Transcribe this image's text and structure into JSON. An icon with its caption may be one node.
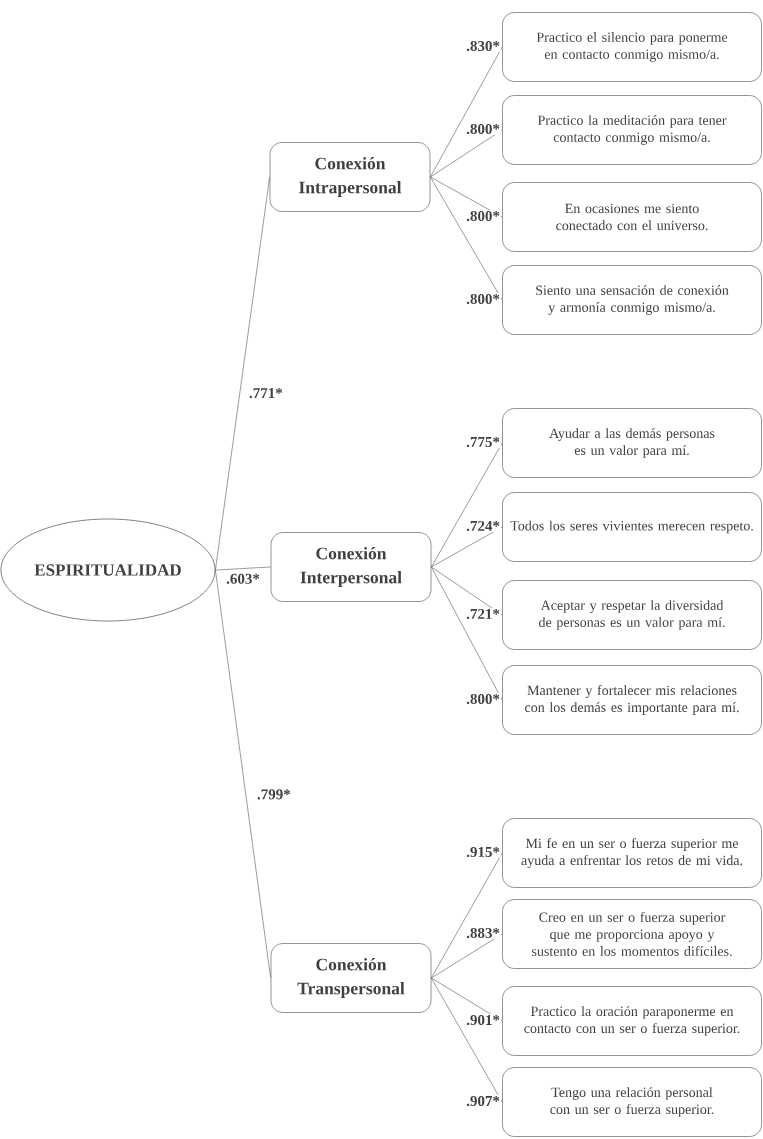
{
  "diagram": {
    "nodes": [
      {
        "text": [
          "ESPIRITUALIDAD"
        ]
      },
      {
        "text": [
          "Conexión Intrapersonal"
        ]
      },
      {
        "text": [
          "Practico el silencio para ponerme en contacto conmigo mismo/a."
        ]
      },
      {
        "text": [
          "Practico la meditación para tener contacto conmigo mismo/a."
        ]
      },
      {
        "text": [
          "En ocasiones me siento conectado con el universo."
        ]
      },
      {
        "text": [
          "Siento una sensación de conexión y armonía conmigo mismo/a."
        ]
      },
      {
        "text": [
          "Conexión Interpersonal"
        ]
      },
      {
        "text": [
          "Ayudar a las demás personas es un valor para mí."
        ]
      },
      {
        "text": [
          "Todos los seres vivientes merecen respeto."
        ]
      },
      {
        "text": [
          "Aceptar y respetar la diversidad de personas es un valor para mí."
        ]
      },
      {
        "text": [
          "Mantener y fortalecer mis relaciones con los demás es importante para mí."
        ]
      },
      {
        "text": [
          "Conexión Transpersonal"
        ]
      },
      {
        "text": [
          "Mi fe en un ser o fuerza superior me ayuda a enfrentar los retos de mi vida."
        ]
      },
      {
        "text": [
          "Creo en un ser o fuerza superior que me proporciona apoyo y sustento en los momentos difíciles."
        ]
      },
      {
        "text": [
          "Practico la oración paraponerme en contacto con un ser o fuerza superior."
        ]
      },
      {
        "text": [
          "Tengo una relación personal con un ser o fuerza superior."
        ]
      }
    ],
    "edges": [
      {
        "from": 0,
        "to": 1,
        "arrow": "none",
        "label": ".771*"
      },
      {
        "from": 0,
        "to": 6,
        "arrow": "none",
        "label": ".603*"
      },
      {
        "from": 0,
        "to": 11,
        "arrow": "none",
        "label": ".799*"
      },
      {
        "from": 1,
        "to": 2,
        "arrow": "none",
        "label": ".830*"
      },
      {
        "from": 1,
        "to": 3,
        "arrow": "none",
        "label": ".800*"
      },
      {
        "from": 1,
        "to": 4,
        "arrow": "none",
        "label": ".800*"
      },
      {
        "from": 1,
        "to": 5,
        "arrow": "none",
        "label": ".800*"
      },
      {
        "from": 6,
        "to": 7,
        "arrow": "none",
        "label": ".775*"
      },
      {
        "from": 6,
        "to": 8,
        "arrow": "none",
        "label": ".724*"
      },
      {
        "from": 6,
        "to": 9,
        "arrow": "none",
        "label": ".721*"
      },
      {
        "from": 6,
        "to": 10,
        "arrow": "none",
        "label": ".800*"
      },
      {
        "from": 11,
        "to": 12,
        "arrow": "none",
        "label": ".915*"
      },
      {
        "from": 11,
        "to": 13,
        "arrow": "none",
        "label": ".883*"
      },
      {
        "from": 11,
        "to": 14,
        "arrow": "none",
        "label": ".901*"
      },
      {
        "from": 11,
        "to": 15,
        "arrow": "none",
        "label": ".907*"
      }
    ]
  }
}
